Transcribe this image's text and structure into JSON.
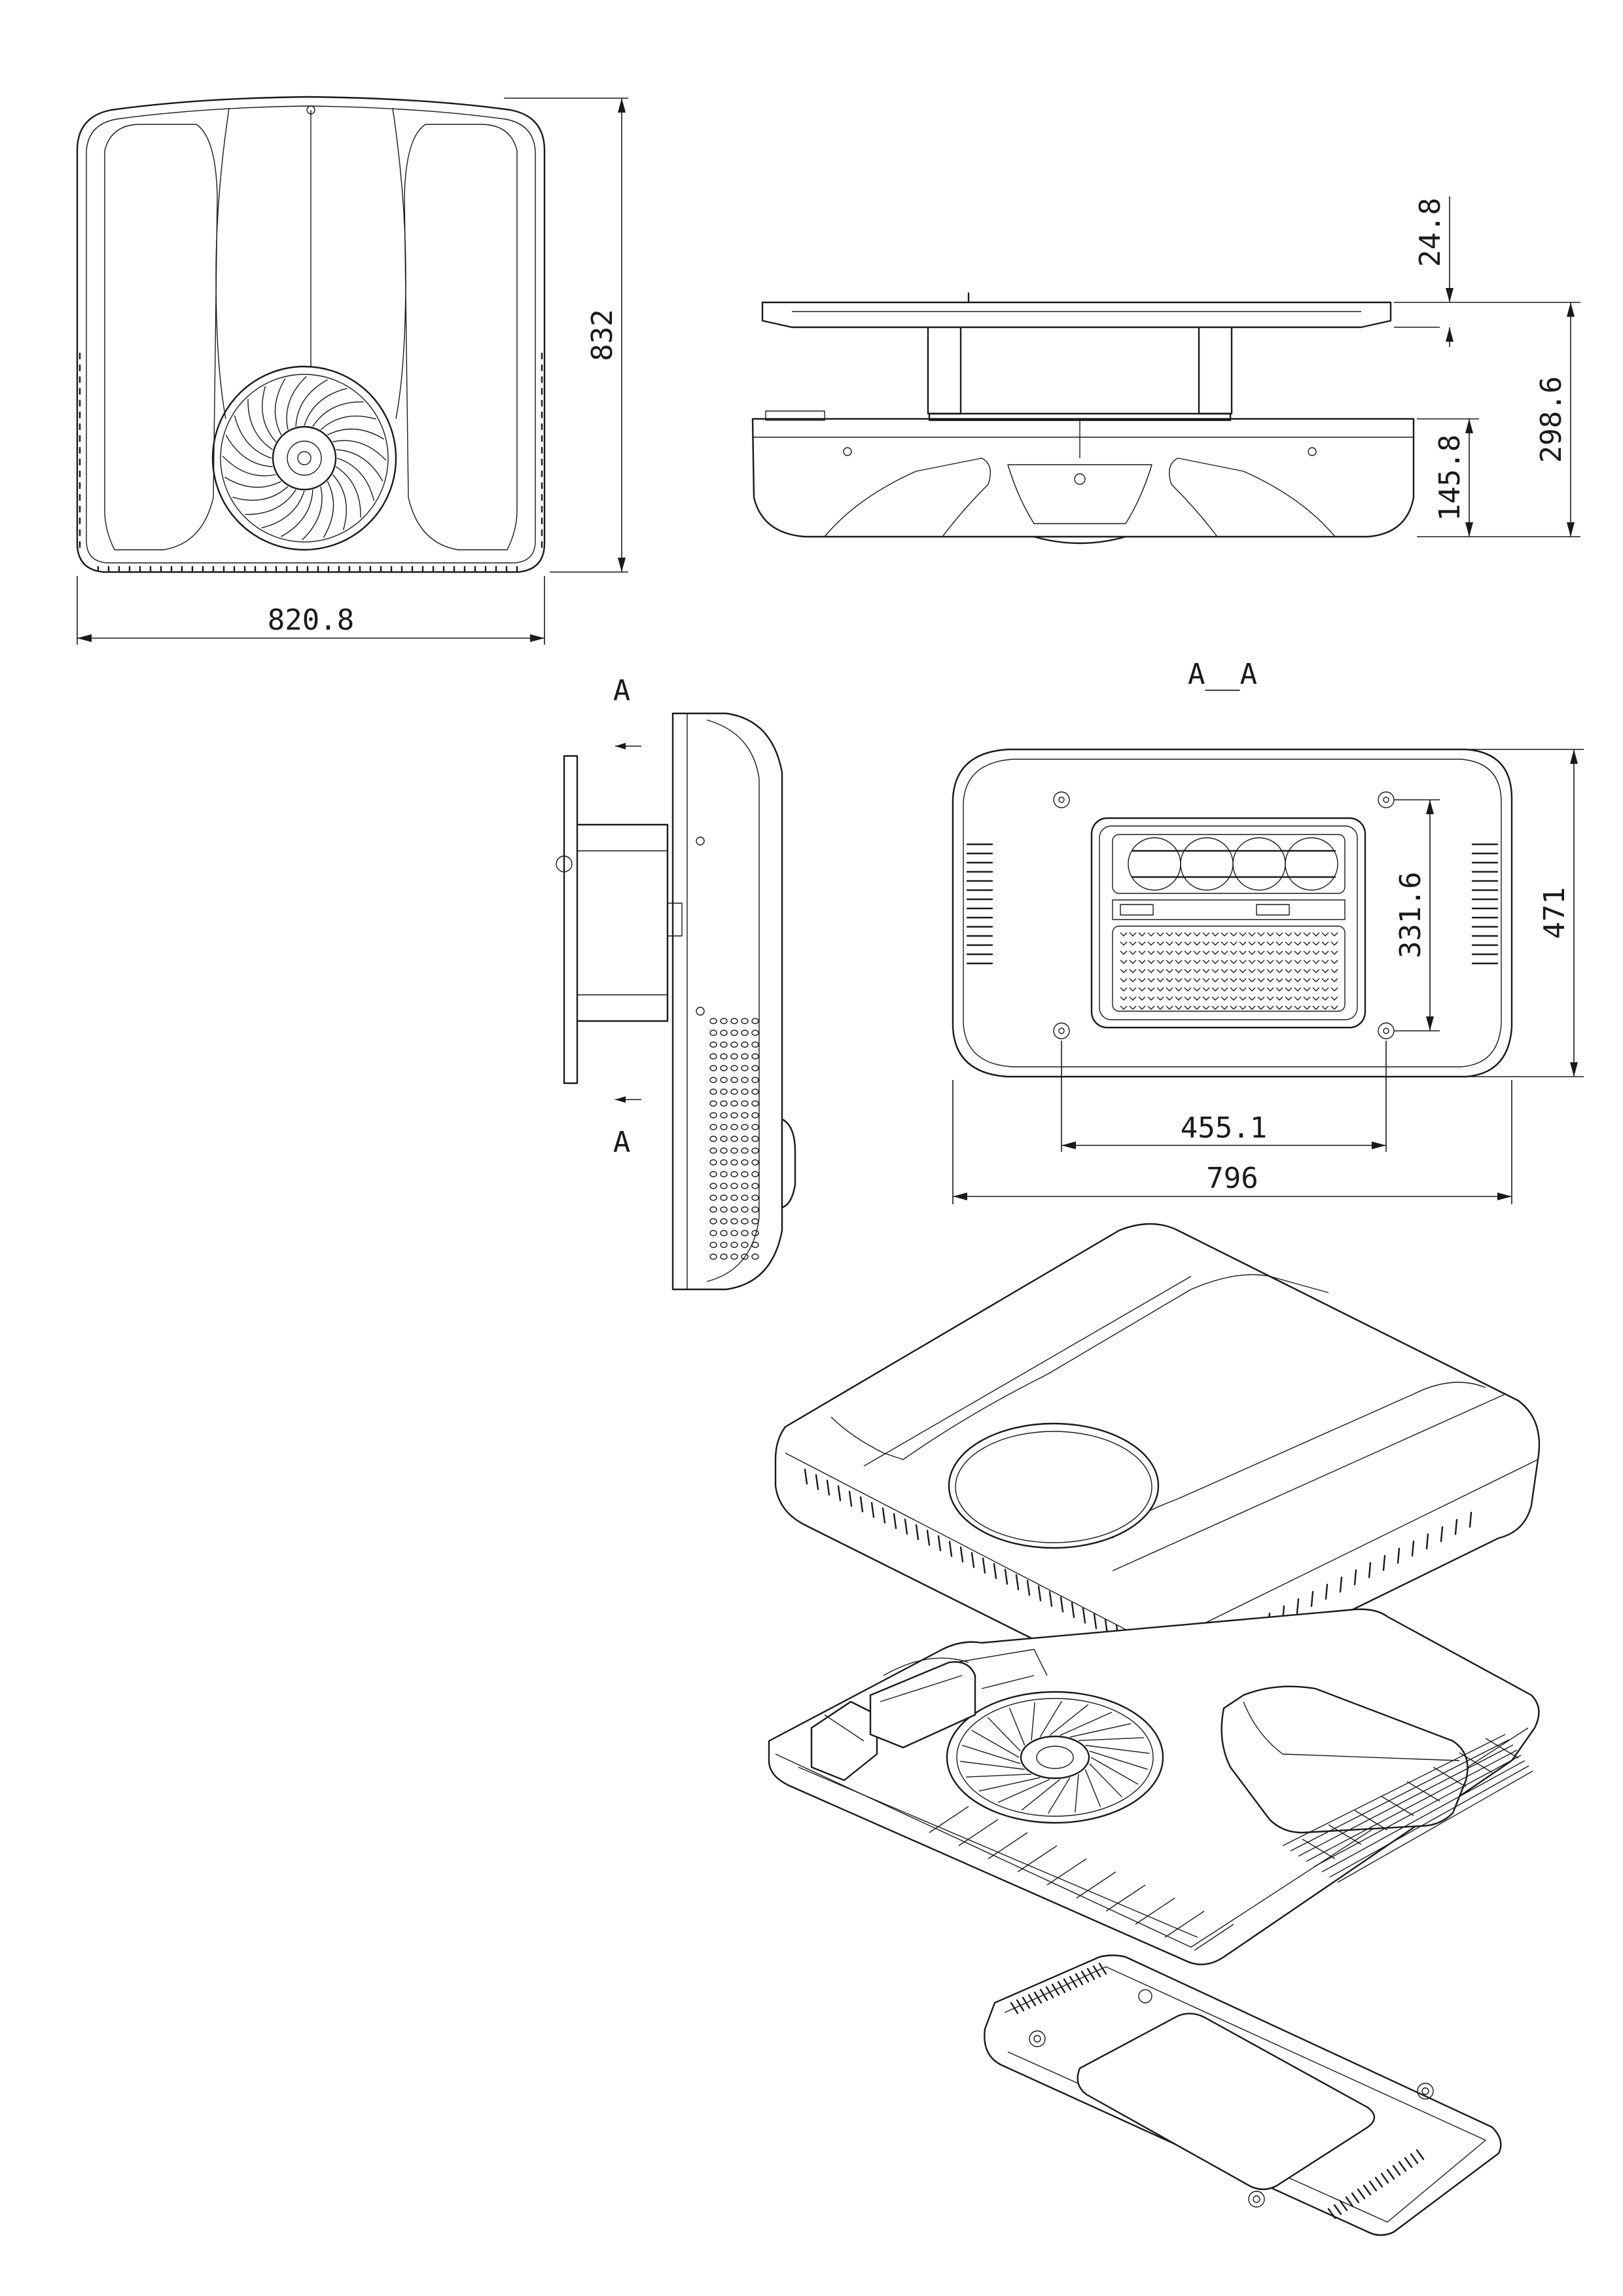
{
  "drawing": {
    "front_view": {
      "width_label": "820.8",
      "height_label": "832"
    },
    "side_view": {
      "label_top": "24.8",
      "label_total": "298.6",
      "label_body": "145.8"
    },
    "section": {
      "title": "A__A",
      "cut_label_top": "A",
      "cut_label_bottom": "A"
    },
    "bottom_view": {
      "hole_spacing_width": "455.1",
      "hole_spacing_height": "331.6",
      "overall_width": "796",
      "overall_height": "471"
    }
  },
  "colors": {
    "line": "#1a1a1a",
    "background": "#ffffff"
  }
}
